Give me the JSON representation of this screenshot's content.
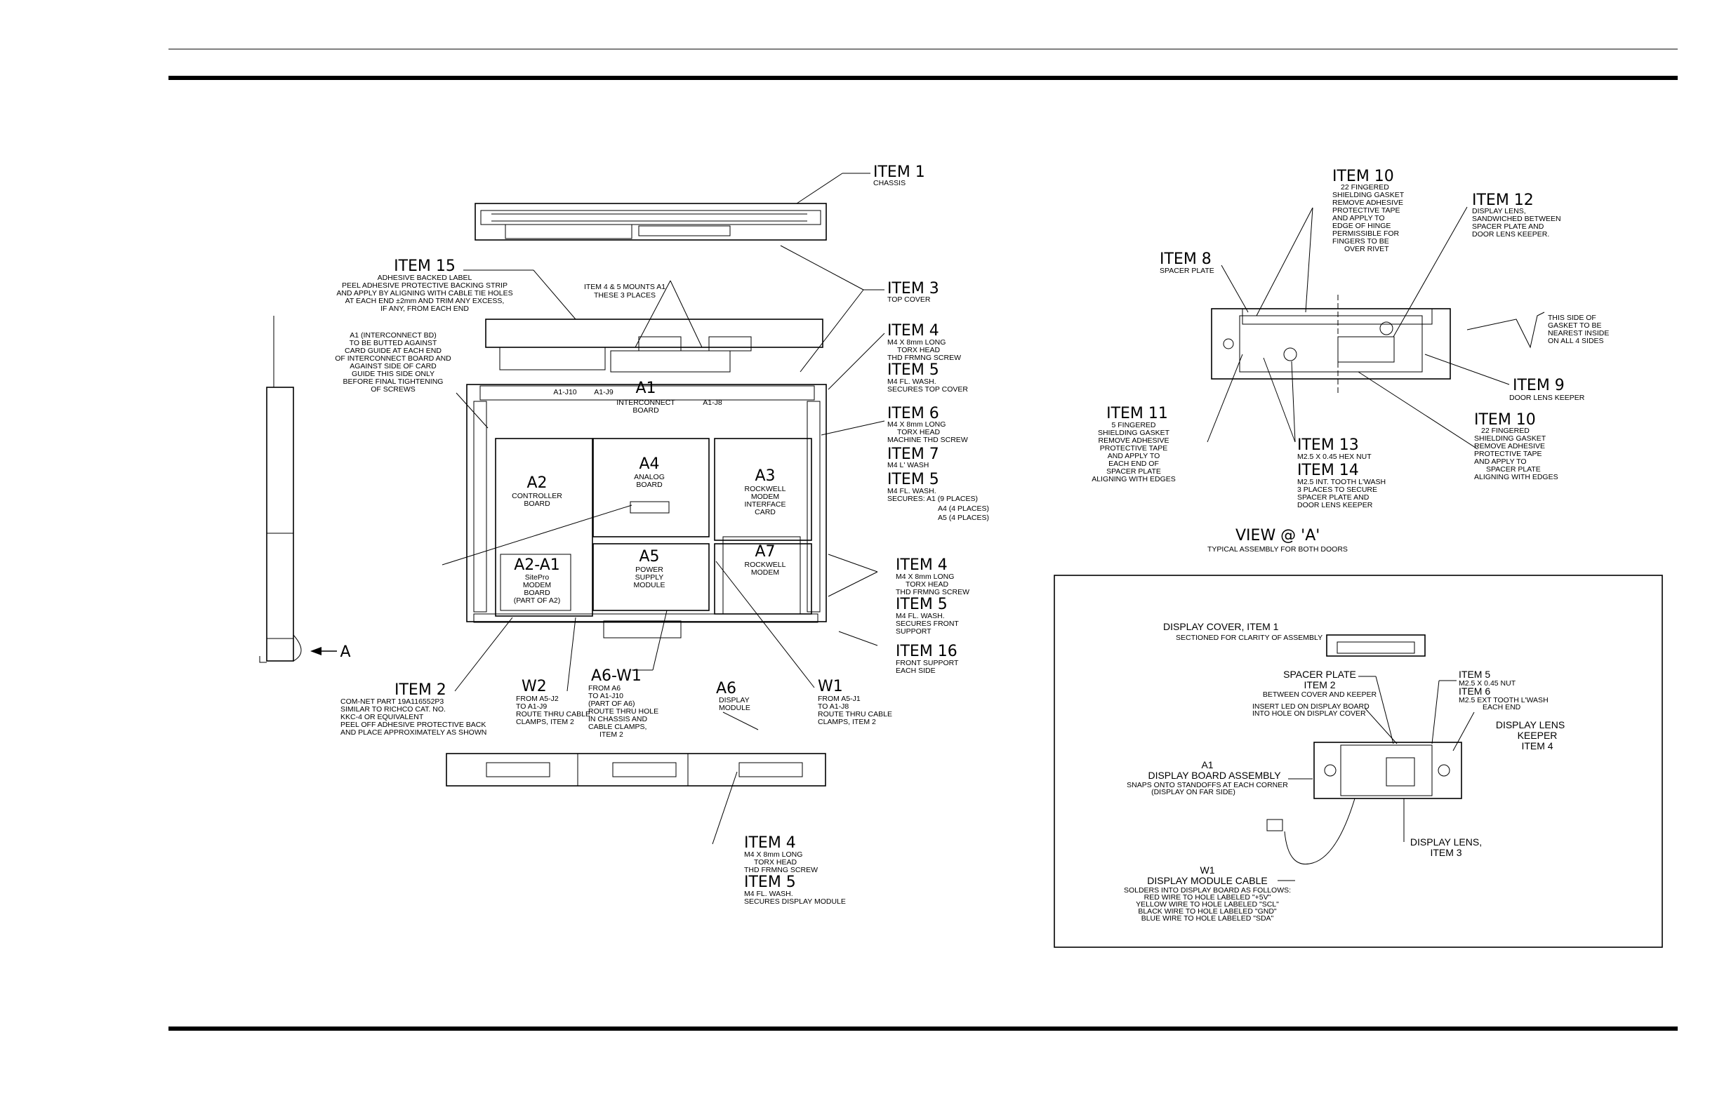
{
  "main": {
    "item1": {
      "head": "ITEM  1",
      "l1": "CHASSIS"
    },
    "item15": {
      "head": "ITEM  15",
      "l1": "ADHESIVE BACKED LABEL",
      "l2": "PEEL ADHESIVE PROTECTIVE BACKING STRIP",
      "l3": "AND APPLY BY ALIGNING WITH CABLE TIE HOLES",
      "l4": "AT EACH END ±2mm AND TRIM ANY EXCESS,",
      "l5": "IF ANY, FROM EACH END"
    },
    "mounts": {
      "l1": "ITEM 4 & 5 MOUNTS A1",
      "l2": "THESE 3 PLACES"
    },
    "item3": {
      "head": "ITEM  3",
      "l1": "TOP COVER"
    },
    "a1note": {
      "l1": "A1 (INTERCONNECT BD)",
      "l2": "TO BE BUTTED AGAINST",
      "l3": "CARD GUIDE AT EACH END",
      "l4": "OF INTERCONNECT BOARD AND",
      "l5": "AGAINST SIDE OF CARD",
      "l6": "GUIDE THIS SIDE ONLY",
      "l7": "BEFORE FINAL TIGHTENING",
      "l8": "OF SCREWS"
    },
    "item4a": {
      "head": "ITEM  4",
      "l1": "M4 X 8mm LONG",
      "l2": "TORX HEAD",
      "l3": "THD FRMNG SCREW"
    },
    "item5a": {
      "head": "ITEM  5",
      "l1": "M4 FL. WASH.",
      "l2": "SECURES TOP COVER"
    },
    "item6": {
      "head": "ITEM  6",
      "l1": "M4 X 8mm LONG",
      "l2": "TORX HEAD",
      "l3": "MACHINE THD SCREW"
    },
    "item7": {
      "head": "ITEM  7",
      "l1": "M4 L' WASH"
    },
    "item5b": {
      "head": "ITEM  5",
      "l1": "M4 FL. WASH.",
      "l2": "SECURES:  A1  (9 PLACES)",
      "l3": "A4  (4 PLACES)",
      "l4": "A5  (4 PLACES)"
    },
    "item4b": {
      "head": "ITEM  4",
      "l1": "M4 X 8mm LONG",
      "l2": "TORX HEAD",
      "l3": "THD FRMNG SCREW"
    },
    "item5c": {
      "head": "ITEM  5",
      "l1": "M4 FL. WASH.",
      "l2": "SECURES FRONT",
      "l3": "SUPPORT"
    },
    "item16": {
      "head": "ITEM  16",
      "l1": "FRONT SUPPORT",
      "l2": "EACH SIDE"
    },
    "item2": {
      "head": "ITEM  2",
      "l1": "COM-NET PART 19A116552P3",
      "l2": "SIMILAR TO RICHCO CAT. NO.",
      "l3": "KKC-4 OR EQUIVALENT",
      "l4": "PEEL OFF ADHESIVE PROTECTIVE BACK",
      "l5": "AND PLACE APPROXIMATELY AS SHOWN"
    },
    "w2": {
      "head": "W2",
      "l1": "FROM A5-J2",
      "l2": "TO A1-J9",
      "l3": "ROUTE THRU CABLE",
      "l4": "CLAMPS, ITEM 2"
    },
    "a6w1": {
      "head": "A6-W1",
      "l1": "FROM A6",
      "l2": "TO A1-J10",
      "l3": "(PART OF A6)",
      "l4": "ROUTE THRU HOLE",
      "l5": "IN CHASSIS AND",
      "l6": "CABLE CLAMPS,",
      "l7": "ITEM 2"
    },
    "a6": {
      "head": "A6",
      "l1": "DISPLAY",
      "l2": "MODULE"
    },
    "w1": {
      "head": "W1",
      "l1": "FROM A5-J1",
      "l2": "TO A1-J8",
      "l3": "ROUTE THRU CABLE",
      "l4": "CLAMPS, ITEM 2"
    },
    "item4c": {
      "head": "ITEM  4",
      "l1": "M4 X 8mm LONG",
      "l2": "TORX HEAD",
      "l3": "THD FRMNG SCREW"
    },
    "item5d": {
      "head": "ITEM  5",
      "l1": "M4 FL. WASH.",
      "l2": "SECURES  DISPLAY MODULE"
    },
    "boards": {
      "a1": "A1",
      "a1sub1": "INTERCONNECT",
      "a1sub2": "BOARD",
      "a1j10": "A1-J10",
      "a1j9": "A1-J9",
      "a1j8": "A1-J8",
      "a2": "A2",
      "a2sub1": "CONTROLLER",
      "a2sub2": "BOARD",
      "a4": "A4",
      "a4sub1": "ANALOG",
      "a4sub2": "BOARD",
      "a3": "A3",
      "a3sub1": "ROCKWELL",
      "a3sub2": "MODEM",
      "a3sub3": "INTERFACE",
      "a3sub4": "CARD",
      "a2a1": "A2-A1",
      "a2a1sub1": "SitePro",
      "a2a1sub2": "MODEM",
      "a2a1sub3": "BOARD",
      "a2a1sub4": "(PART OF A2)",
      "a5": "A5",
      "a5sub1": "POWER",
      "a5sub2": "SUPPLY",
      "a5sub3": "MODULE",
      "a7": "A7",
      "a7sub1": "ROCKWELL",
      "a7sub2": "MODEM",
      "arrowA": "A"
    }
  },
  "viewA": {
    "item10a": {
      "head": "ITEM  10",
      "l1": "22 FINGERED",
      "l2": "SHIELDING GASKET",
      "l3": "REMOVE ADHESIVE",
      "l4": "PROTECTIVE TAPE",
      "l5": "AND APPLY TO",
      "l6": "EDGE OF HINGE",
      "l7": "PERMISSIBLE FOR",
      "l8": "FINGERS TO BE",
      "l9": "OVER RIVET"
    },
    "item12": {
      "head": "ITEM  12",
      "l1": "DISPLAY LENS,",
      "l2": "SANDWICHED BETWEEN",
      "l3": "SPACER PLATE AND",
      "l4": "DOOR LENS KEEPER."
    },
    "item8": {
      "head": "ITEM  8",
      "l1": "SPACER PLATE"
    },
    "sidenote": {
      "l1": "THIS SIDE OF",
      "l2": "GASKET TO BE",
      "l3": "NEAREST INSIDE",
      "l4": "ON ALL 4 SIDES"
    },
    "item9": {
      "head": "ITEM  9",
      "l1": "DOOR LENS KEEPER"
    },
    "item11": {
      "head": "ITEM  11",
      "l1": "5 FINGERED",
      "l2": "SHIELDING GASKET",
      "l3": "REMOVE ADHESIVE",
      "l4": "PROTECTIVE TAPE",
      "l5": "AND APPLY TO",
      "l6": "EACH END OF",
      "l7": "SPACER PLATE",
      "l8": "ALIGNING WITH EDGES"
    },
    "item13": {
      "head": "ITEM  13",
      "l1": "M2.5 X 0.45 HEX NUT"
    },
    "item14": {
      "head": "ITEM  14",
      "l1": "M2.5 INT. TOOTH L'WASH",
      "l2": "3 PLACES TO SECURE",
      "l3": "SPACER PLATE AND",
      "l4": "DOOR LENS KEEPER"
    },
    "item10b": {
      "head": "ITEM  10",
      "l1": "22 FINGERED",
      "l2": "SHIELDING GASKET",
      "l3": "REMOVE ADHESIVE",
      "l4": "PROTECTIVE TAPE",
      "l5": "AND APPLY TO",
      "l6": "SPACER PLATE",
      "l7": "ALIGNING WITH EDGES"
    },
    "title": "VIEW @ 'A'",
    "subtitle": "TYPICAL ASSEMBLY FOR BOTH DOORS"
  },
  "inset": {
    "cover": {
      "head": "DISPLAY COVER, ITEM  1",
      "l1": "SECTIONED FOR CLARITY OF ASSEMBLY"
    },
    "spacer": {
      "head": "SPACER PLATE",
      "head2": "ITEM  2",
      "l1": "BETWEEN COVER AND KEEPER"
    },
    "item5": {
      "head": "ITEM  5",
      "l1": "M2.5 X 0.45 NUT"
    },
    "item6": {
      "head": "ITEM  6",
      "l1": "M2.5 EXT TOOTH L'WASH",
      "l2": "EACH END"
    },
    "led": {
      "l1": "INSERT LED ON DISPLAY BOARD",
      "l2": "INTO HOLE ON DISPLAY COVER"
    },
    "keeper": {
      "l1": "DISPLAY  LENS",
      "l2": "KEEPER",
      "l3": "ITEM  4"
    },
    "a1": {
      "head": "A1",
      "l1": "DISPLAY BOARD ASSEMBLY",
      "l2": "SNAPS ONTO STANDOFFS AT EACH CORNER",
      "l3": "(DISPLAY ON FAR SIDE)"
    },
    "lens": {
      "l1": "DISPLAY LENS,",
      "l2": "ITEM  3"
    },
    "w1": {
      "head": "W1",
      "l1": "DISPLAY MODULE CABLE",
      "l2": "SOLDERS INTO DISPLAY BOARD AS FOLLOWS:",
      "l3": "RED WIRE TO HOLE LABELED \"+5V\"",
      "l4": "YELLOW WIRE TO HOLE LABELED \"SCL\"",
      "l5": "BLACK WIRE TO HOLE LABELED \"GND\"",
      "l6": "BLUE  WIRE TO HOLE LABELED \"SDA\""
    }
  }
}
